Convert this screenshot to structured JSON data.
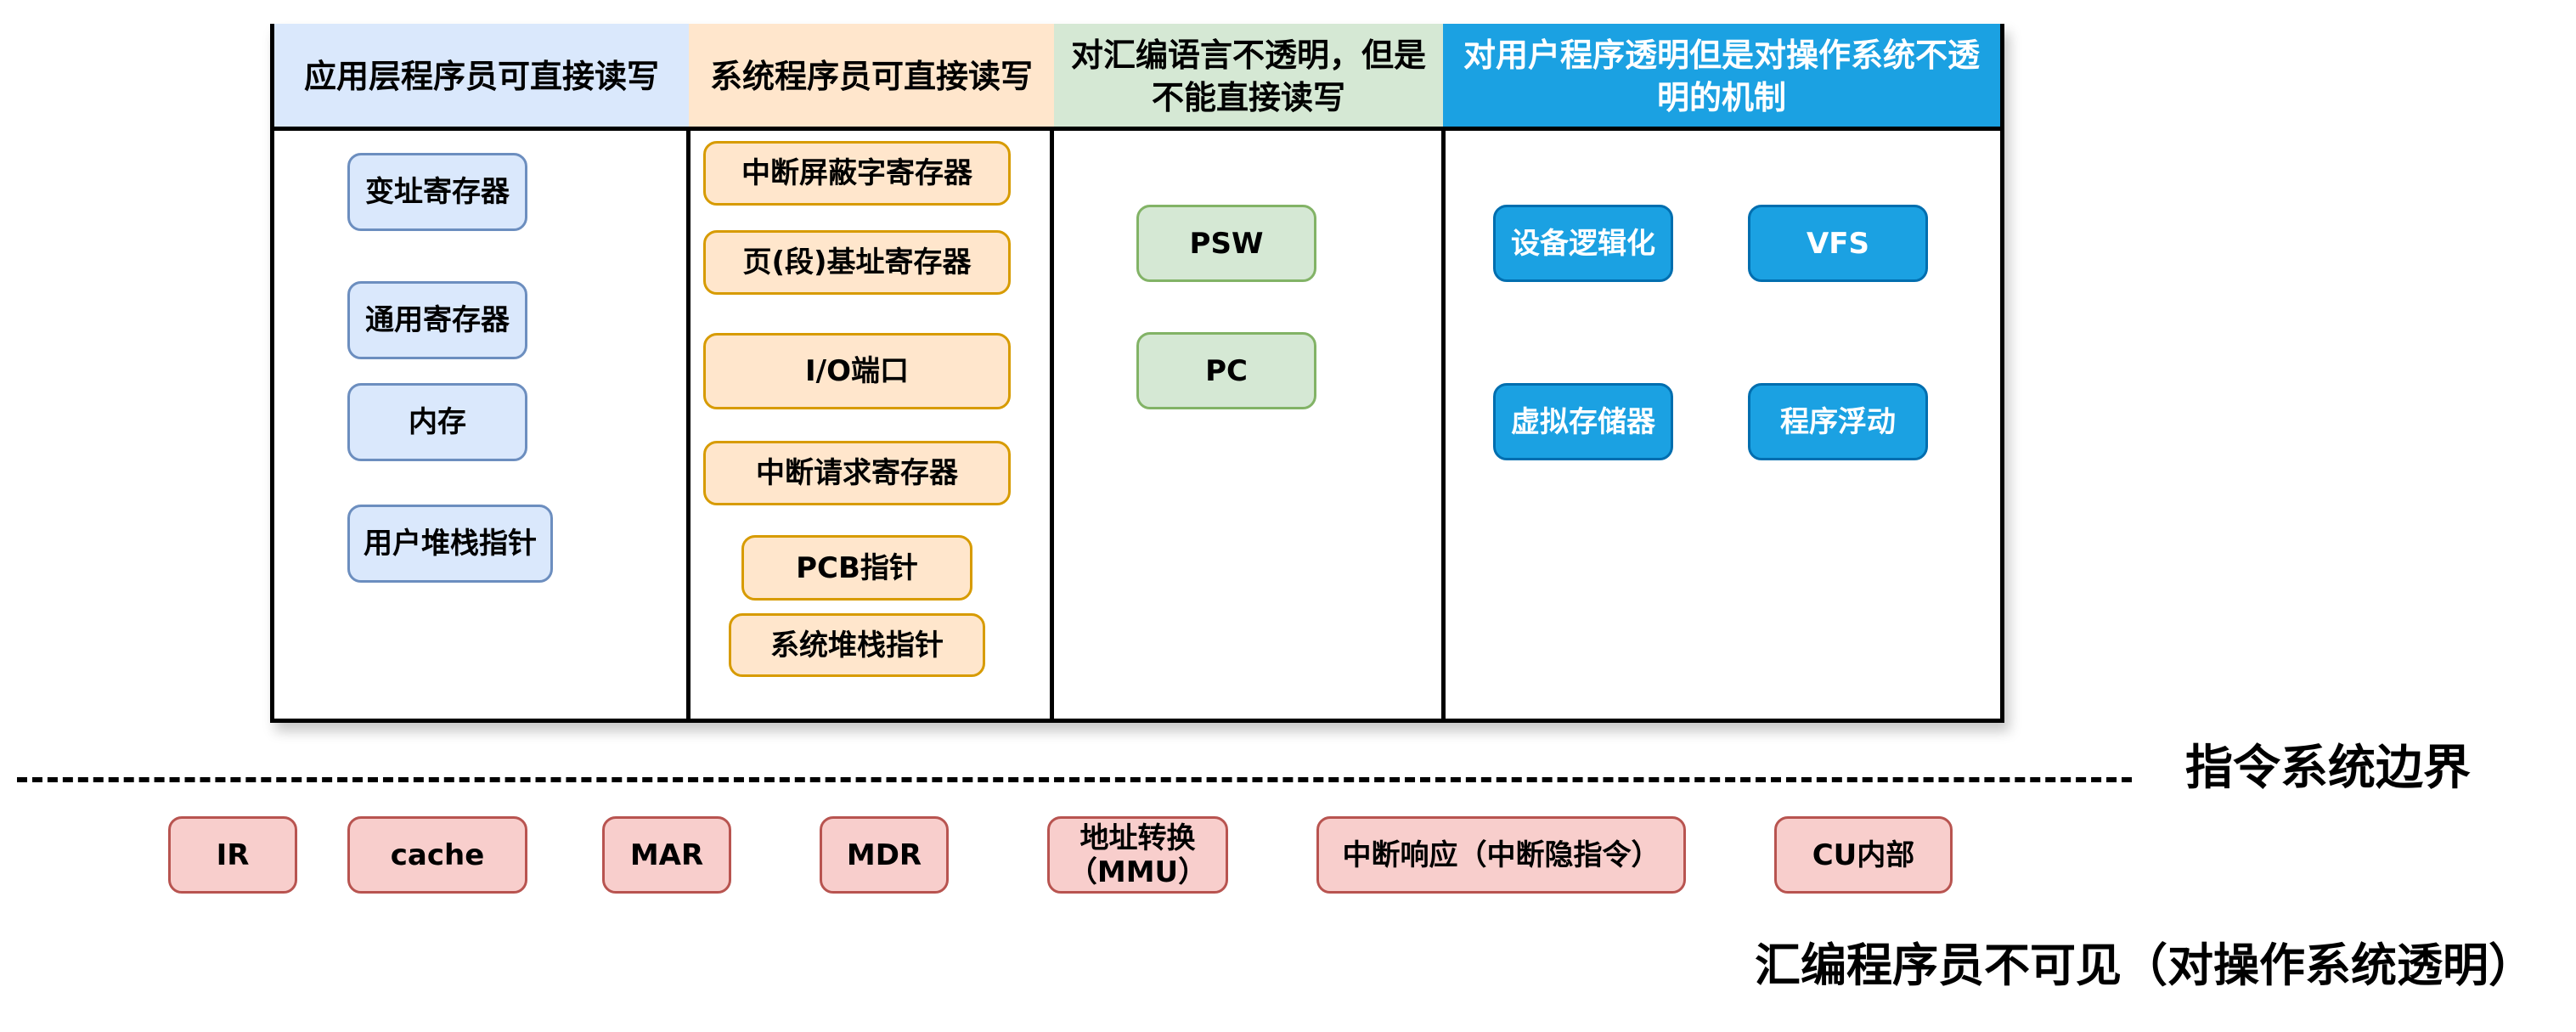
{
  "table": {
    "headers": [
      {
        "label": "应用层程序员可直接读写",
        "color": "#dae8fc"
      },
      {
        "label": "系统程序员可直接读写",
        "color": "#ffe6cc"
      },
      {
        "label": "对汇编语言不透明，但是不能直接读写",
        "color": "#d5e8d4"
      },
      {
        "label": "对用户程序透明但是对操作系统不透明的机制",
        "color": "#1ba1e2"
      }
    ],
    "columns": [
      {
        "items": [
          "变址寄存器",
          "通用寄存器",
          "内存",
          "用户堆栈指针"
        ]
      },
      {
        "items": [
          "中断屏蔽字寄存器",
          "页(段)基址寄存器",
          "I/O端口",
          "中断请求寄存器",
          "PCB指针",
          "系统堆栈指针"
        ]
      },
      {
        "items": [
          "PSW",
          "PC"
        ]
      },
      {
        "items": [
          "设备逻辑化",
          "VFS",
          "虚拟存储器",
          "程序浮动"
        ]
      }
    ]
  },
  "boundary": {
    "label": "指令系统边界"
  },
  "hidden_items": [
    "IR",
    "cache",
    "MAR",
    "MDR",
    "地址转换（MMU）",
    "中断响应（中断隐指令）",
    "CU内部"
  ],
  "footer": {
    "label": "汇编程序员不可见（对操作系统透明）"
  },
  "colors": {
    "app_fill": "#dae8fc",
    "app_border": "#6c8ebf",
    "sys_fill": "#ffe6cc",
    "sys_border": "#d79b00",
    "asm_fill": "#d5e8d4",
    "asm_border": "#82b366",
    "os_fill": "#1ba1e2",
    "os_border": "#006eaf",
    "hidden_fill": "#f8cecc",
    "hidden_border": "#b85450"
  }
}
